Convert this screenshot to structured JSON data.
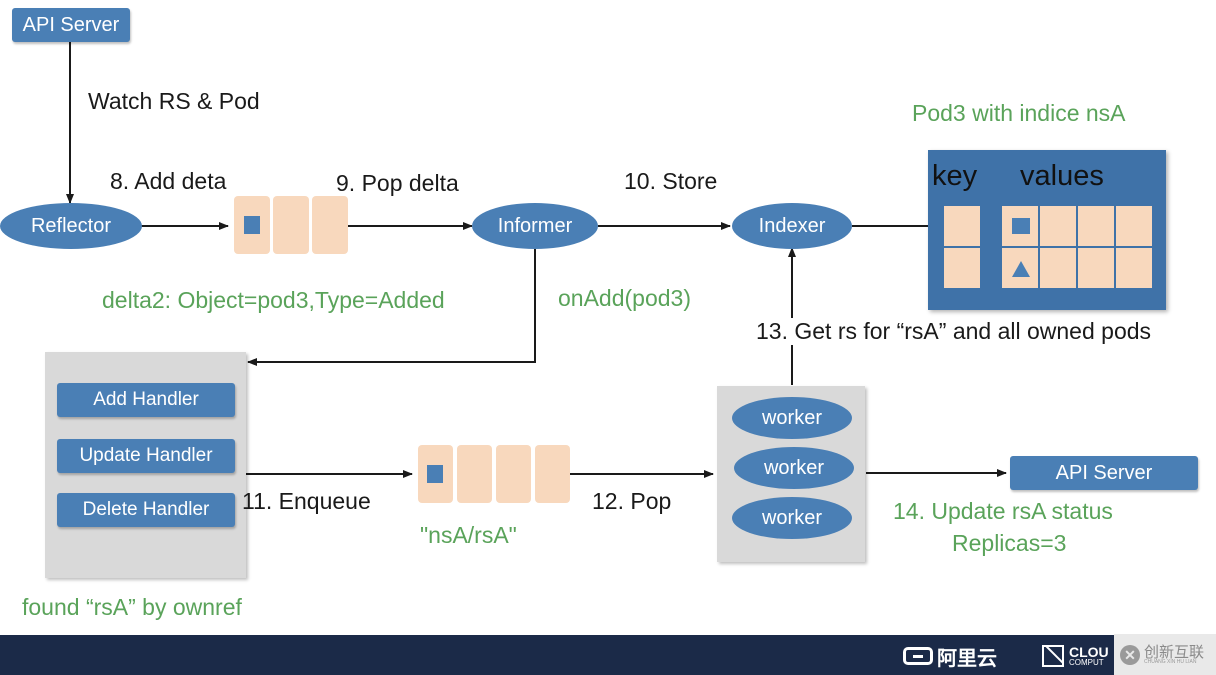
{
  "nodes": {
    "api_server_top": "API Server",
    "reflector": "Reflector",
    "informer": "Informer",
    "indexer": "Indexer",
    "api_server_bottom": "API Server",
    "workers": [
      "worker",
      "worker",
      "worker"
    ]
  },
  "handlers": {
    "add": "Add Handler",
    "update": "Update Handler",
    "delete": "Delete Handler"
  },
  "index_table": {
    "title": "Pod3 with indice nsA",
    "key_header": "key",
    "values_header": "values"
  },
  "labels": {
    "watch": "Watch RS & Pod",
    "add_delta": "8. Add deta",
    "pop_delta": "9. Pop delta",
    "store": "10. Store",
    "delta2": "delta2: Object=pod3,Type=Added",
    "on_add": "onAdd(pod3)",
    "get_rs": "13. Get rs for “rsA” and all owned pods",
    "enqueue": "11. Enqueue",
    "queue_key": "\"nsA/rsA\"",
    "pop": "12. Pop",
    "update_status_1": "14. Update rsA status",
    "update_status_2": "Replicas=3",
    "found": "found “rsA” by ownref"
  },
  "footer": {
    "brand": "阿里云",
    "brand2": "CLOU",
    "brand2_sub": "COMPUT",
    "watermark": "创新互联",
    "watermark_sub": "CHUANG XIN HU LIAN"
  },
  "colors": {
    "node_blue": "#4a7fb5",
    "queue_peach": "#f8d8bd",
    "label_green": "#5aa35a",
    "footer_navy": "#1b2a48"
  }
}
